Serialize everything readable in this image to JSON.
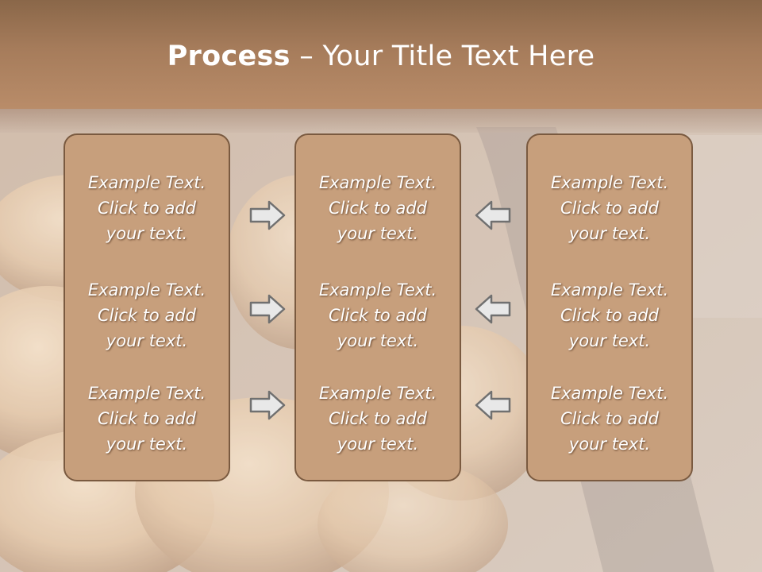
{
  "slide": {
    "title_bold": "Process",
    "title_rest": " – Your Title Text Here"
  },
  "columns": [
    {
      "items": [
        {
          "lines": [
            "Example Text.",
            "Click  to add",
            "your text."
          ]
        },
        {
          "lines": [
            "Example Text.",
            "Click  to add",
            "your text."
          ]
        },
        {
          "lines": [
            "Example Text.",
            "Click  to add",
            "your text."
          ]
        }
      ]
    },
    {
      "items": [
        {
          "lines": [
            "Example Text.",
            "Click  to add",
            "your text."
          ]
        },
        {
          "lines": [
            "Example Text.",
            "Click  to add",
            "your text."
          ]
        },
        {
          "lines": [
            "Example Text.",
            "Click  to add",
            "your text."
          ]
        }
      ]
    },
    {
      "items": [
        {
          "lines": [
            "Example Text.",
            "Click  to add",
            "your text."
          ]
        },
        {
          "lines": [
            "Example Text.",
            "Click  to add",
            "your text."
          ]
        },
        {
          "lines": [
            "Example Text.",
            "Click  to add",
            "your text."
          ]
        }
      ]
    }
  ],
  "arrows": {
    "left_to_center": [
      "right",
      "right",
      "right"
    ],
    "right_to_center": [
      "left",
      "left",
      "left"
    ]
  },
  "colors": {
    "header": "#a67c5b",
    "box_fill": "#c79f7c",
    "box_border": "#7a5a40",
    "arrow_fill": "#e8e8e8",
    "arrow_stroke": "#707070"
  },
  "background": {
    "description_icon": "bread-rolls-photo"
  }
}
